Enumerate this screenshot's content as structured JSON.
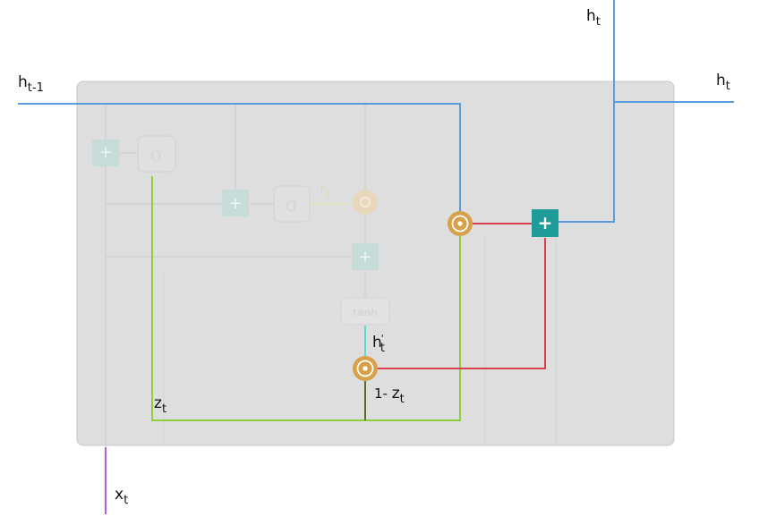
{
  "labels": {
    "h_prev": {
      "base": "h",
      "sub": "t-1"
    },
    "h_top": {
      "base": "h",
      "sub": "t"
    },
    "h_right": {
      "base": "h",
      "sub": "t"
    },
    "x_in": {
      "base": "x",
      "sub": "t"
    },
    "z": {
      "base": "z",
      "sub": "t"
    },
    "h_cand": {
      "base": "h",
      "sup": "'",
      "sub": "t"
    },
    "one_minus_z": {
      "prefix": "1- ",
      "base": "z",
      "sub": "t"
    }
  },
  "faded": {
    "sigma_1": "σ",
    "sigma_2": "σ",
    "r_label": "r",
    "r_sub": "t",
    "tanh": "tanh",
    "plus": "+"
  },
  "ops": {
    "plus": "+",
    "multiply": "⊙"
  },
  "colors": {
    "h_line": "#5a9ddb",
    "x_line": "#b25ee0",
    "z_line": "#8fcf3c",
    "sum_line": "#d9404d",
    "cand_line": "#5fd7cf",
    "one_minus_z_line": "#556b2f",
    "op_circle": "#d6a14a",
    "plus_box": "#1e9c97"
  }
}
